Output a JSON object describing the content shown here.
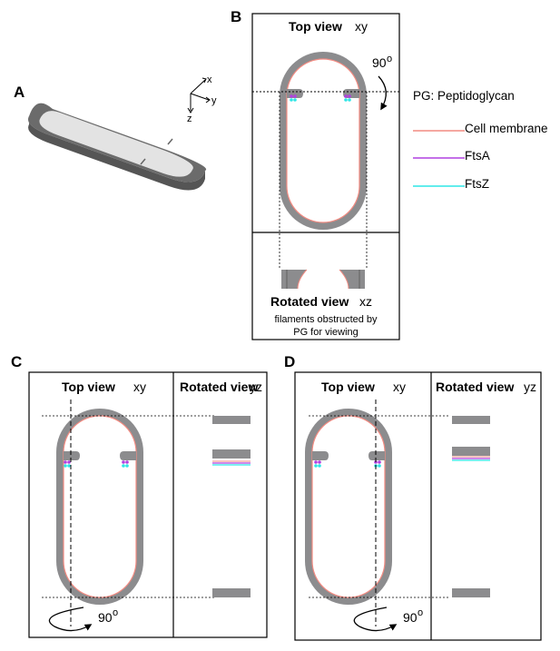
{
  "panels": {
    "a": {
      "letter": "A",
      "axes": {
        "x": "x",
        "y": "y",
        "z": "z"
      }
    },
    "b": {
      "letter": "B",
      "top_title": "Top view",
      "top_plane": "xy",
      "rotation": "90",
      "rotation_unit": "o",
      "rotated_title": "Rotated view",
      "rotated_plane": "xz",
      "note_line1": "filaments obstructed by",
      "note_line2": "PG for viewing"
    },
    "c": {
      "letter": "C",
      "top_title": "Top view",
      "top_plane": "xy",
      "rotated_title": "Rotated view",
      "rotated_plane": "yz",
      "rotation": "90",
      "rotation_unit": "o"
    },
    "d": {
      "letter": "D",
      "top_title": "Top view",
      "top_plane": "xy",
      "rotated_title": "Rotated view",
      "rotated_plane": "yz",
      "rotation": "90",
      "rotation_unit": "o"
    }
  },
  "legend": {
    "title": "PG: Peptidoglycan",
    "items": [
      {
        "label": "Cell membrane",
        "color": "#f28b82"
      },
      {
        "label": "FtsA",
        "color": "#b040e0"
      },
      {
        "label": "FtsZ",
        "color": "#2ee6e6"
      }
    ]
  },
  "colors": {
    "pg_wall": "#8c8c8e",
    "membrane": "#f28b82",
    "ftsa": "#b040e0",
    "ftsz": "#2ee6e6",
    "frame": "#000000"
  }
}
